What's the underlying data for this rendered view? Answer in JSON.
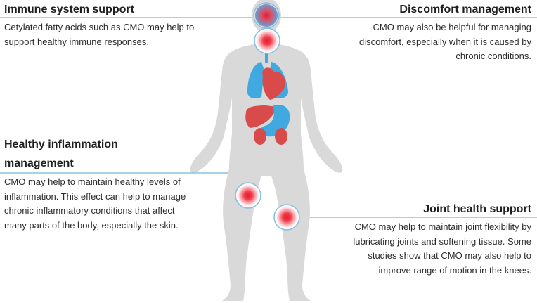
{
  "immune": {
    "title": "Immune system support",
    "description": "Cetylated fatty acids such as CMO may help to support healthy immune responses."
  },
  "discomfort": {
    "title": "Discomfort management",
    "description": "CMO may also be helpful for managing discomfort, especially when it is caused by chronic conditions."
  },
  "inflammation": {
    "title": "Healthy inflammation management",
    "description": "CMO may help to maintain healthy levels of inflammation. This effect can help to manage chronic inflammatory conditions that affect many parts of the body, especially the skin."
  },
  "joint": {
    "title": "Joint health support",
    "description": "CMO may help to maintain joint flexibility by lubricating joints and softening tissue. Some studies show that CMO may also help to improve range of motion in the knees."
  },
  "colors": {
    "body": "#d9d9d9",
    "connector": "#4aa8d8",
    "hotspot": "#e8192c",
    "organs_red": "#d94b4b",
    "organs_blue": "#3fa9e0"
  }
}
